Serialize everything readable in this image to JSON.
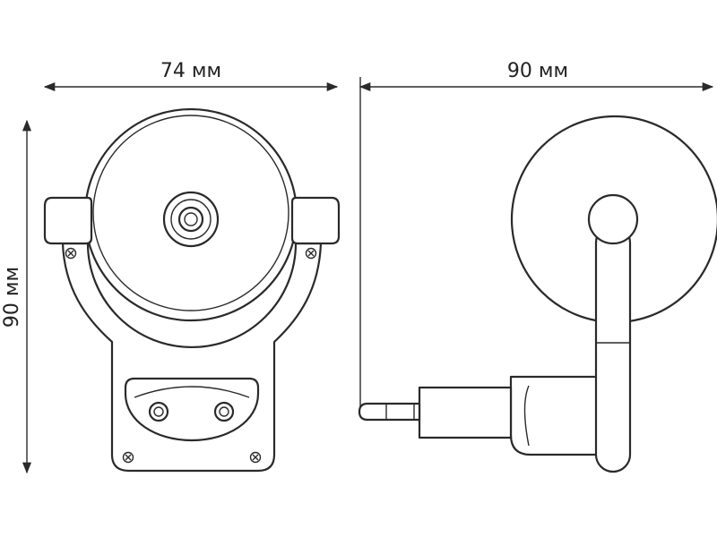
{
  "dimensions": {
    "front_width": "74 мм",
    "side_width": "90 мм",
    "height": "90 мм"
  }
}
